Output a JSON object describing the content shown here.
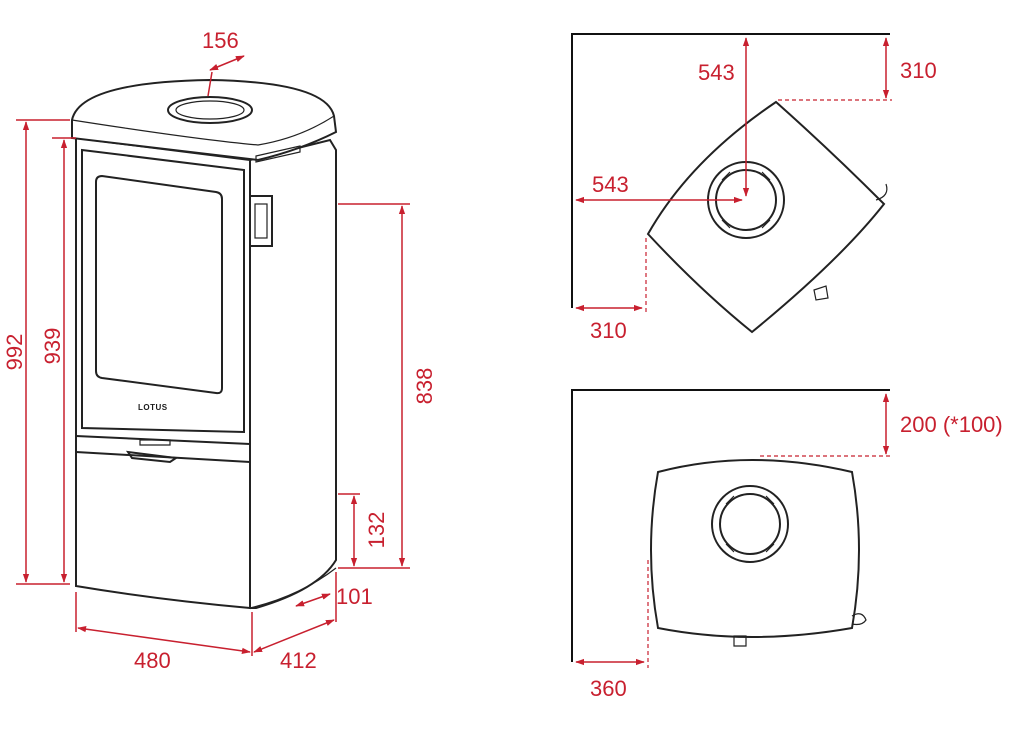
{
  "colors": {
    "dimension": "#c8202f",
    "outline": "#222222",
    "background": "#ffffff"
  },
  "logo": "LOTUS",
  "front_view": {
    "top_diameter": "156",
    "total_height": "992",
    "body_height": "939",
    "outlet_height": "838",
    "inlet_height": "132",
    "inlet_depth": "101",
    "width": "480",
    "depth": "412"
  },
  "plan_corner": {
    "flue_from_wall_v": "543",
    "flue_from_wall_h": "543",
    "clearance_back": "310",
    "clearance_side": "310"
  },
  "plan_wall": {
    "clearance_back": "200 (*100)",
    "clearance_side": "360"
  }
}
